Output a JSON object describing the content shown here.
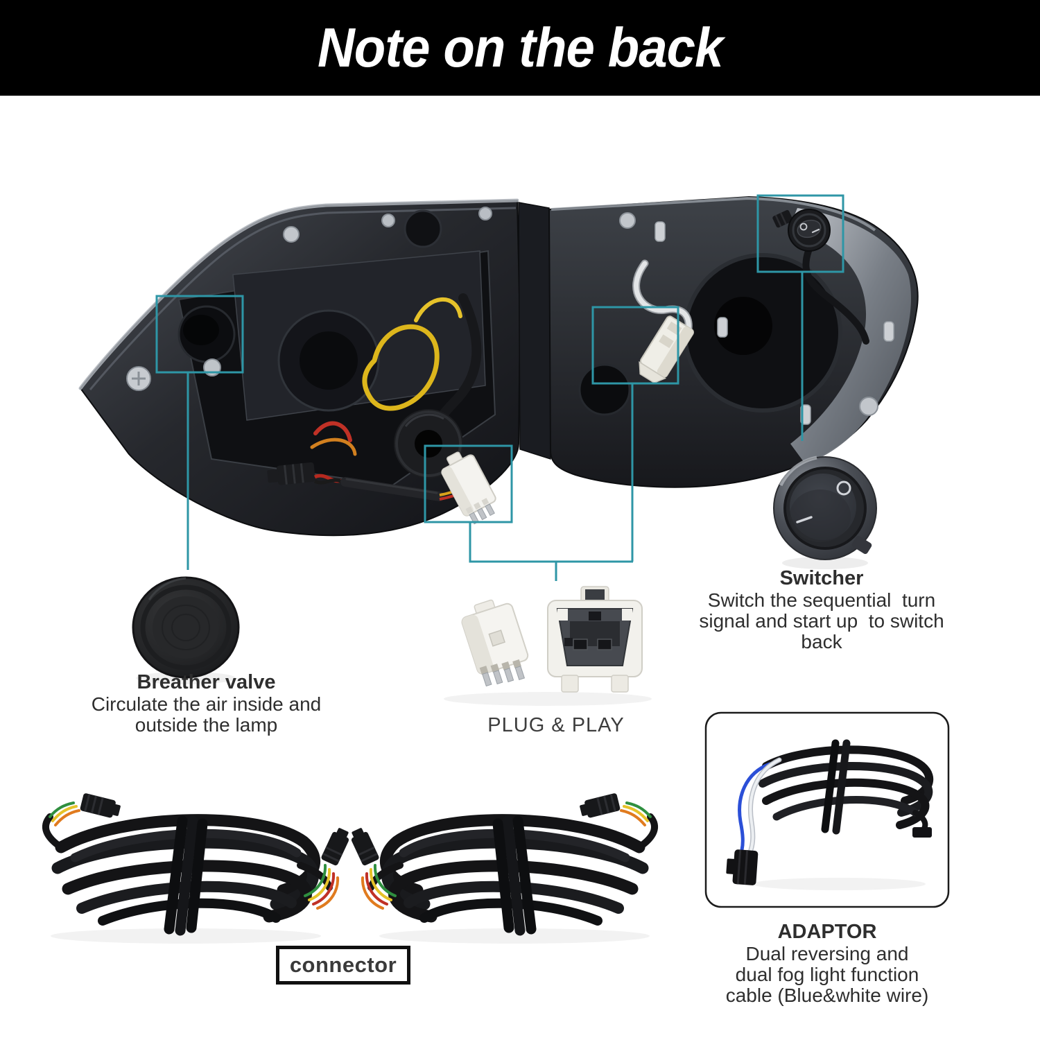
{
  "banner": {
    "title": "Note on the back",
    "bg_color": "#000000",
    "text_color": "#ffffff"
  },
  "accent_color": "#2e96a6",
  "callouts": {
    "breather_valve": {
      "title": "Breather valve",
      "description": "Circulate the air inside and\noutside the lamp"
    },
    "plug_play": {
      "label": "PLUG & PLAY"
    },
    "switcher": {
      "title": "Switcher",
      "description": "Switch the sequential  turn\nsignal and start up  to switch\nback"
    },
    "adaptor": {
      "title": "ADAPTOR",
      "description": "Dual reversing and\ndual fog light function\ncable (Blue&white wire)"
    },
    "connector": {
      "label": "connector"
    }
  },
  "icons": {
    "rocker_switch_off_mark": "O",
    "rocker_switch_on_mark": "–",
    "wire_colors": [
      "#2f8f3f",
      "#e6c229",
      "#e07b1f",
      "#c03126"
    ],
    "adaptor_wire_colors": [
      "#2b4fd7",
      "#eceff2"
    ]
  }
}
